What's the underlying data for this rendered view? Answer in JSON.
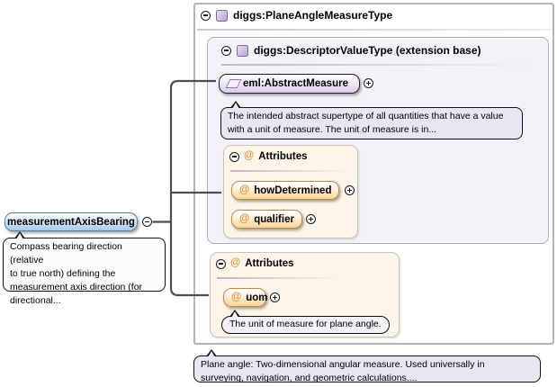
{
  "colors": {
    "extension_box_fill": "#f4f2f9",
    "attributes_box_fill": "#fdf6e8",
    "element_pill_fill": "#a9caee",
    "abstract_pill_fill": "#d9cdea",
    "attribute_pill_fill": "#fbd495",
    "annotation_fill": "#e9e6f4",
    "at_symbol_color": "#e2953f",
    "connector_color": "#4e4e4e"
  },
  "element": {
    "label": "measurementAxisBearing",
    "annotation": "Compass bearing direction (relative\nto true north) defining the\nmeasurement axis direction (for\ndirectional..."
  },
  "type_box": {
    "title": "diggs:PlaneAngleMeasureType",
    "annotation": "Plane angle: Two-dimensional angular measure. Used universally in\nsurveying, navigation, and geometric calculations....",
    "extension_box": {
      "title": "diggs:DescriptorValueType (extension base)",
      "base_element": {
        "label": "eml:AbstractMeasure",
        "annotation": "The intended abstract supertype of all quantities that have a value\nwith a unit of measure. The unit of measure is in..."
      },
      "attributes": {
        "at": "@",
        "title": "Attributes",
        "items": [
          {
            "at": "@",
            "label": "howDetermined"
          },
          {
            "at": "@",
            "label": "qualifier"
          }
        ]
      }
    },
    "attributes": {
      "at": "@",
      "title": "Attributes",
      "items": [
        {
          "at": "@",
          "label": "uom",
          "annotation": "The unit of measure for plane angle."
        }
      ]
    }
  }
}
